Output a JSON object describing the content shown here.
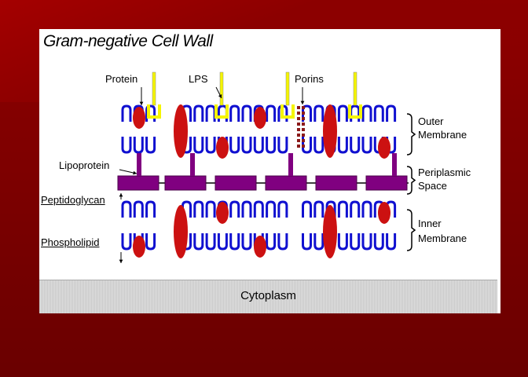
{
  "title": "Gram-negative Cell Wall",
  "labels": {
    "protein": "Protein",
    "lps": "LPS",
    "porins": "Porins",
    "lipoprotein": "Lipoprotein",
    "peptidoglycan": "Peptidoglycan",
    "phospholipid": "Phospholipid",
    "outer_membrane_line1": "Outer",
    "outer_membrane_line2": "Membrane",
    "periplasmic_line1": "Periplasmic",
    "periplasmic_line2": "Space",
    "inner_membrane_line1": "Inner",
    "inner_membrane_line2": "Membrane",
    "cytoplasm": "Cytoplasm"
  },
  "colors": {
    "lipid": "#1010d0",
    "protein": "#cc1111",
    "lps": "#f5f500",
    "peptidoglycan": "#800080",
    "porin": "#8b1a1a",
    "slide_bg": "#8e0000"
  }
}
